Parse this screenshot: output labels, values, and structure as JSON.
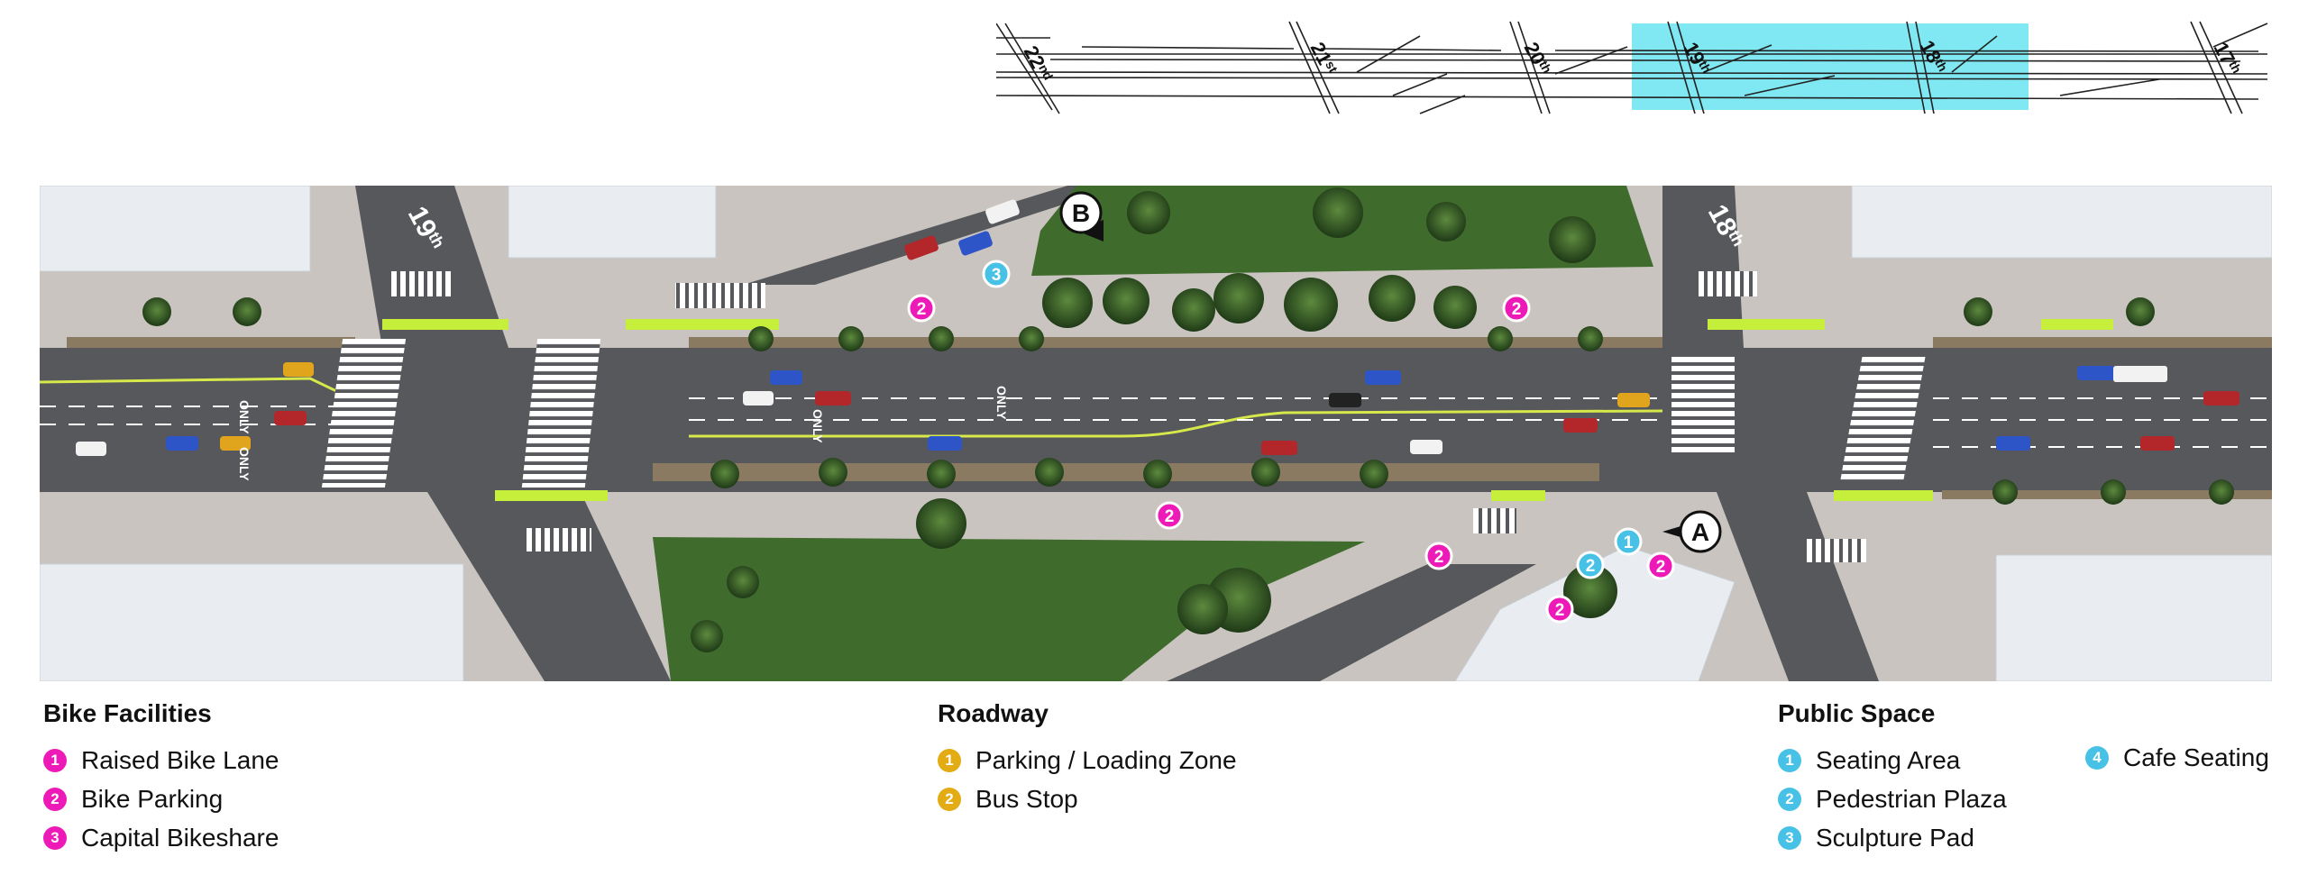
{
  "key_map": {
    "streets": [
      {
        "num": "22",
        "suffix": "nd"
      },
      {
        "num": "21",
        "suffix": "st"
      },
      {
        "num": "20",
        "suffix": "th"
      },
      {
        "num": "19",
        "suffix": "th"
      },
      {
        "num": "18",
        "suffix": "th"
      },
      {
        "num": "17",
        "suffix": "th"
      }
    ],
    "highlight_color": "#7fe8f2"
  },
  "aerial": {
    "street_labels": [
      {
        "num": "19",
        "suffix": "th"
      },
      {
        "num": "18",
        "suffix": "th"
      }
    ],
    "view_pins": [
      {
        "label": "B"
      },
      {
        "label": "A"
      }
    ],
    "lane_text": [
      "ONLY",
      "ONLY",
      "ONLY",
      "ONLY"
    ],
    "bike_badges": [
      "2",
      "2",
      "2",
      "2",
      "2",
      "2"
    ],
    "public_badges": [
      "3",
      "1",
      "2"
    ],
    "colors": {
      "road": "#56585b",
      "sidewalk": "#c9c4c0",
      "grass": "#3f6b2c",
      "bike_green": "#c5ef3a",
      "centerline": "#d7e84a",
      "building": "#e9edf1"
    }
  },
  "legend": {
    "bike": {
      "title": "Bike Facilities",
      "color": "#ee1ab8",
      "items": [
        {
          "n": "1",
          "label": "Raised Bike Lane"
        },
        {
          "n": "2",
          "label": "Bike Parking"
        },
        {
          "n": "3",
          "label": "Capital Bikeshare"
        }
      ]
    },
    "roadway": {
      "title": "Roadway",
      "color": "#e3ac14",
      "items": [
        {
          "n": "1",
          "label": "Parking / Loading Zone"
        },
        {
          "n": "2",
          "label": "Bus Stop"
        }
      ]
    },
    "public": {
      "title": "Public Space",
      "color": "#47c2e6",
      "items": [
        {
          "n": "1",
          "label": "Seating Area"
        },
        {
          "n": "2",
          "label": "Pedestrian Plaza"
        },
        {
          "n": "3",
          "label": "Sculpture Pad"
        }
      ],
      "items_col2": [
        {
          "n": "4",
          "label": "Cafe Seating"
        }
      ]
    }
  }
}
